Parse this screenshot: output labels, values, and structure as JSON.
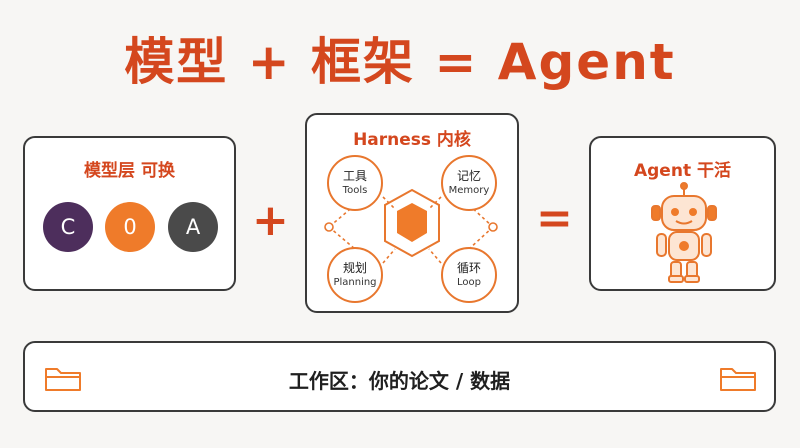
{
  "title": {
    "part1": "模型",
    "plus": "+",
    "part2": "框架",
    "equals": "=",
    "part3": "Agent"
  },
  "models_panel": {
    "title": "模型层 可换",
    "items": [
      {
        "label": "C",
        "color": "#4d2e5c"
      },
      {
        "label": "0",
        "color": "#ef7b2a"
      },
      {
        "label": "A",
        "color": "#4a4a4a"
      }
    ]
  },
  "harness_panel": {
    "title": "Harness 内核",
    "nodes": [
      {
        "zh": "工具",
        "en": "Tools"
      },
      {
        "zh": "记忆",
        "en": "Memory"
      },
      {
        "zh": "规划",
        "en": "Planning"
      },
      {
        "zh": "循环",
        "en": "Loop"
      }
    ]
  },
  "agent_panel": {
    "title": "Agent 干活"
  },
  "workspace": {
    "text": "工作区：你的论文 / 数据"
  },
  "colors": {
    "accent": "#d4471e",
    "orange": "#ef7b2a"
  },
  "icons": [
    "hexagon-core-icon",
    "robot-icon",
    "folder-icon"
  ]
}
